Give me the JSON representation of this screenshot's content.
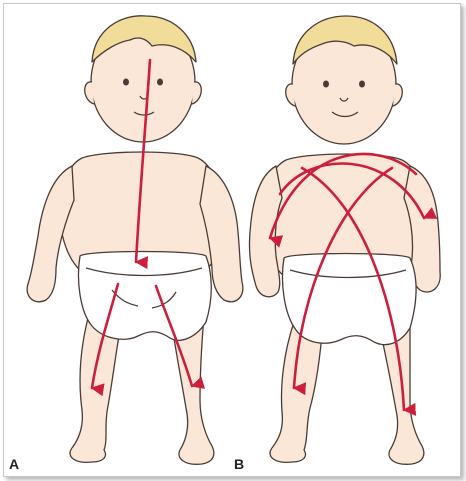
{
  "figure": {
    "panels": [
      {
        "label": "A",
        "description_icon": "infant-front-view-midline-arrow"
      },
      {
        "label": "B",
        "description_icon": "infant-front-view-crossing-arrows"
      }
    ],
    "colors": {
      "skin": "#fbe7d7",
      "outline": "#4a3b36",
      "hair": "#f2dc9a",
      "arrow": "#cc1f3c",
      "diaper": "#ffffff",
      "border": "#c8c8c8"
    }
  }
}
